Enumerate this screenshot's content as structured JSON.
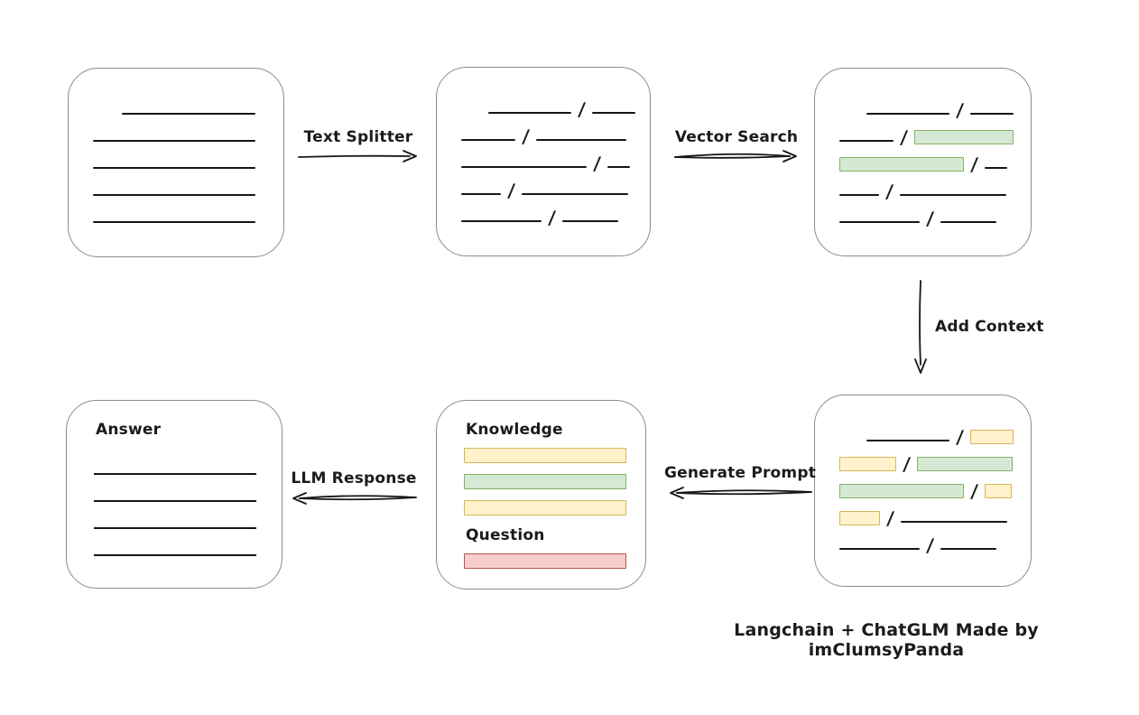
{
  "caption": "Langchain + ChatGLM Made by imClumsyPanda",
  "slash_char": "/",
  "colors": {
    "green_fill": "#d5e8d4",
    "green_stroke": "#82b366",
    "yellow_fill": "#fff2cc",
    "yellow_stroke": "#d6b656",
    "red_fill": "#f8cecc",
    "red_stroke": "#b85450",
    "box_stroke": "#8c8c8c",
    "ink": "#161616"
  },
  "arrows": {
    "text_splitter": {
      "label": "Text Splitter",
      "direction": "right"
    },
    "vector_search": {
      "label": "Vector Search",
      "direction": "right"
    },
    "add_context": {
      "label": "Add Context",
      "direction": "down"
    },
    "generate_prompt": {
      "label": "Generate Prompt",
      "direction": "left"
    },
    "llm_response": {
      "label": "LLM Response",
      "direction": "left"
    }
  },
  "cards": {
    "source_document": {
      "rows": [
        {
          "indent": 32,
          "segments": [
            {
              "t": "line",
              "w": 148
            }
          ]
        },
        {
          "segments": [
            {
              "t": "line",
              "w": 180
            }
          ]
        },
        {
          "segments": [
            {
              "t": "line",
              "w": 180
            }
          ]
        },
        {
          "segments": [
            {
              "t": "line",
              "w": 180
            }
          ]
        },
        {
          "segments": [
            {
              "t": "line",
              "w": 180
            }
          ]
        }
      ]
    },
    "split_chunks": {
      "rows": [
        {
          "indent": 30,
          "segments": [
            {
              "t": "line",
              "w": 92
            },
            {
              "t": "slash"
            },
            {
              "t": "line",
              "w": 48
            }
          ]
        },
        {
          "segments": [
            {
              "t": "line",
              "w": 60
            },
            {
              "t": "slash"
            },
            {
              "t": "line",
              "w": 100
            }
          ]
        },
        {
          "segments": [
            {
              "t": "line",
              "w": 139
            },
            {
              "t": "slash"
            },
            {
              "t": "line",
              "w": 25
            }
          ]
        },
        {
          "segments": [
            {
              "t": "line",
              "w": 44
            },
            {
              "t": "slash"
            },
            {
              "t": "line",
              "w": 118
            }
          ]
        },
        {
          "segments": [
            {
              "t": "line",
              "w": 89
            },
            {
              "t": "slash"
            },
            {
              "t": "line",
              "w": 62
            }
          ]
        }
      ]
    },
    "vector_matched_chunks": {
      "rows": [
        {
          "indent": 30,
          "segments": [
            {
              "t": "line",
              "w": 92
            },
            {
              "t": "slash"
            },
            {
              "t": "line",
              "w": 48
            }
          ]
        },
        {
          "segments": [
            {
              "t": "line",
              "w": 60
            },
            {
              "t": "slash"
            },
            {
              "t": "chunk",
              "color": "green",
              "w": 110
            }
          ]
        },
        {
          "segments": [
            {
              "t": "chunk",
              "color": "green",
              "w": 138
            },
            {
              "t": "slash"
            },
            {
              "t": "line",
              "w": 25
            }
          ]
        },
        {
          "segments": [
            {
              "t": "line",
              "w": 44
            },
            {
              "t": "slash"
            },
            {
              "t": "line",
              "w": 118
            }
          ]
        },
        {
          "segments": [
            {
              "t": "line",
              "w": 89
            },
            {
              "t": "slash"
            },
            {
              "t": "line",
              "w": 62
            }
          ]
        }
      ]
    },
    "context_chunks": {
      "rows": [
        {
          "indent": 30,
          "segments": [
            {
              "t": "line",
              "w": 92
            },
            {
              "t": "slash"
            },
            {
              "t": "chunk",
              "color": "yellow",
              "w": 48
            }
          ]
        },
        {
          "segments": [
            {
              "t": "chunk",
              "color": "yellow",
              "w": 63
            },
            {
              "t": "slash"
            },
            {
              "t": "chunk",
              "color": "green",
              "w": 106
            }
          ]
        },
        {
          "segments": [
            {
              "t": "chunk",
              "color": "green",
              "w": 138
            },
            {
              "t": "slash"
            },
            {
              "t": "chunk",
              "color": "yellow",
              "w": 30
            }
          ]
        },
        {
          "segments": [
            {
              "t": "chunk",
              "color": "yellow",
              "w": 45
            },
            {
              "t": "slash"
            },
            {
              "t": "line",
              "w": 118
            }
          ]
        },
        {
          "segments": [
            {
              "t": "line",
              "w": 89
            },
            {
              "t": "slash"
            },
            {
              "t": "line",
              "w": 62
            }
          ]
        }
      ]
    },
    "prompt": {
      "items": [
        {
          "t": "label",
          "text": "Knowledge"
        },
        {
          "t": "bar",
          "color": "yellow"
        },
        {
          "t": "bar",
          "color": "green"
        },
        {
          "t": "bar",
          "color": "yellow"
        },
        {
          "t": "label",
          "text": "Question"
        },
        {
          "t": "bar",
          "color": "red"
        }
      ]
    },
    "answer": {
      "items": [
        {
          "t": "label",
          "text": "Answer"
        },
        {
          "t": "hline"
        },
        {
          "t": "hline"
        },
        {
          "t": "hline"
        },
        {
          "t": "hline"
        }
      ]
    }
  }
}
